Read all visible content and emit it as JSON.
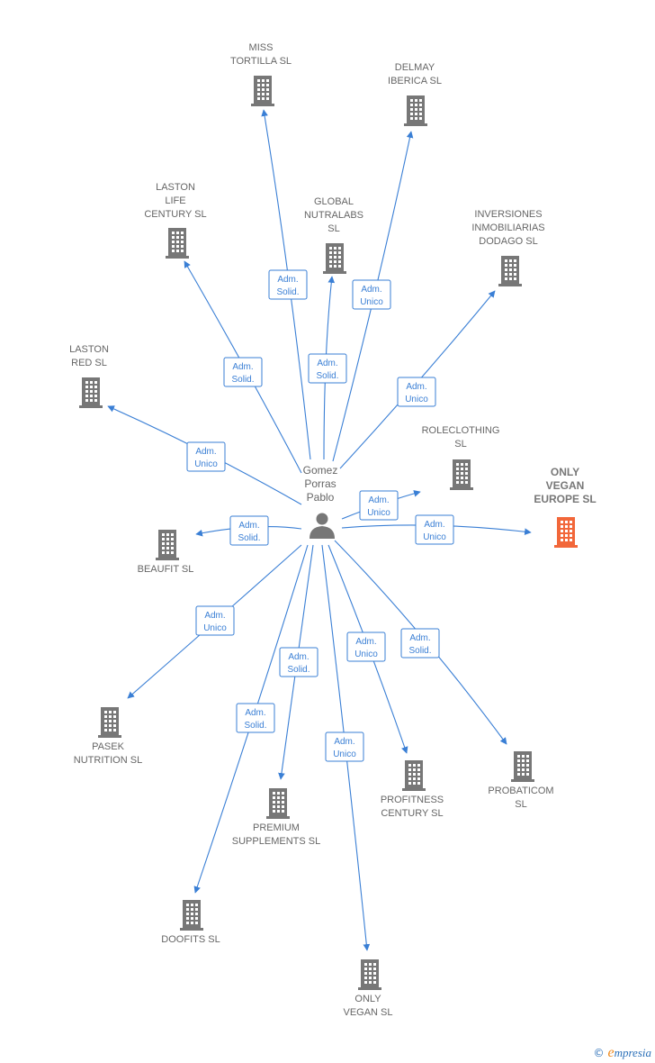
{
  "person": {
    "name_lines": [
      "Gomez",
      "Porras",
      "Pablo"
    ],
    "icon": "person-icon"
  },
  "colors": {
    "edge": "#3a7fd5",
    "building": "#777777",
    "highlight": "#f2673a"
  },
  "companies": [
    {
      "id": "miss-tortilla",
      "lines": [
        "MISS",
        "TORTILLA  SL"
      ],
      "rel": [
        "Adm.",
        "Solid."
      ]
    },
    {
      "id": "delmay-iberica",
      "lines": [
        "DELMAY",
        "IBERICA SL"
      ],
      "rel": [
        "Adm.",
        "Unico"
      ]
    },
    {
      "id": "laston-life-century",
      "lines": [
        "LASTON",
        "LIFE",
        "CENTURY  SL"
      ],
      "rel": [
        "Adm.",
        "Solid."
      ]
    },
    {
      "id": "global-nutralabs",
      "lines": [
        "GLOBAL",
        "NUTRALABS",
        "SL"
      ],
      "rel": [
        "Adm.",
        "Solid."
      ]
    },
    {
      "id": "inversiones-inmobiliarias-dodago",
      "lines": [
        "INVERSIONES",
        "INMOBILIARIAS",
        "DODAGO  SL"
      ],
      "rel": [
        "Adm.",
        "Unico"
      ]
    },
    {
      "id": "laston-red",
      "lines": [
        "LASTON",
        "RED SL"
      ],
      "rel": [
        "Adm.",
        "Unico"
      ]
    },
    {
      "id": "roleclothing",
      "lines": [
        "ROLECLOTHING",
        "SL"
      ],
      "rel": [
        "Adm.",
        "Unico"
      ]
    },
    {
      "id": "only-vegan-europe",
      "lines": [
        "ONLY",
        "VEGAN",
        "EUROPE  SL"
      ],
      "rel": [
        "Adm.",
        "Unico"
      ],
      "highlight": true
    },
    {
      "id": "beaufit",
      "lines": [
        "BEAUFIT  SL"
      ],
      "rel": [
        "Adm.",
        "Solid."
      ]
    },
    {
      "id": "pasek-nutrition",
      "lines": [
        "PASEK",
        "NUTRITION  SL"
      ],
      "rel": [
        "Adm.",
        "Unico"
      ]
    },
    {
      "id": "premium-supplements",
      "lines": [
        "PREMIUM",
        "SUPPLEMENTS SL"
      ],
      "rel": [
        "Adm.",
        "Solid."
      ]
    },
    {
      "id": "doofits",
      "lines": [
        "DOOFITS  SL"
      ],
      "rel": [
        "Adm.",
        "Solid."
      ]
    },
    {
      "id": "only-vegan",
      "lines": [
        "ONLY",
        "VEGAN  SL"
      ],
      "rel": [
        "Adm.",
        "Unico"
      ]
    },
    {
      "id": "profitness-century",
      "lines": [
        "PROFITNESS",
        "CENTURY  SL"
      ],
      "rel": [
        "Adm.",
        "Unico"
      ]
    },
    {
      "id": "probaticom",
      "lines": [
        "PROBATICOM",
        "SL"
      ],
      "rel": [
        "Adm.",
        "Solid."
      ]
    }
  ],
  "footer": {
    "copyright": "©",
    "brand_initial": "e",
    "brand_rest": "mpresia"
  }
}
